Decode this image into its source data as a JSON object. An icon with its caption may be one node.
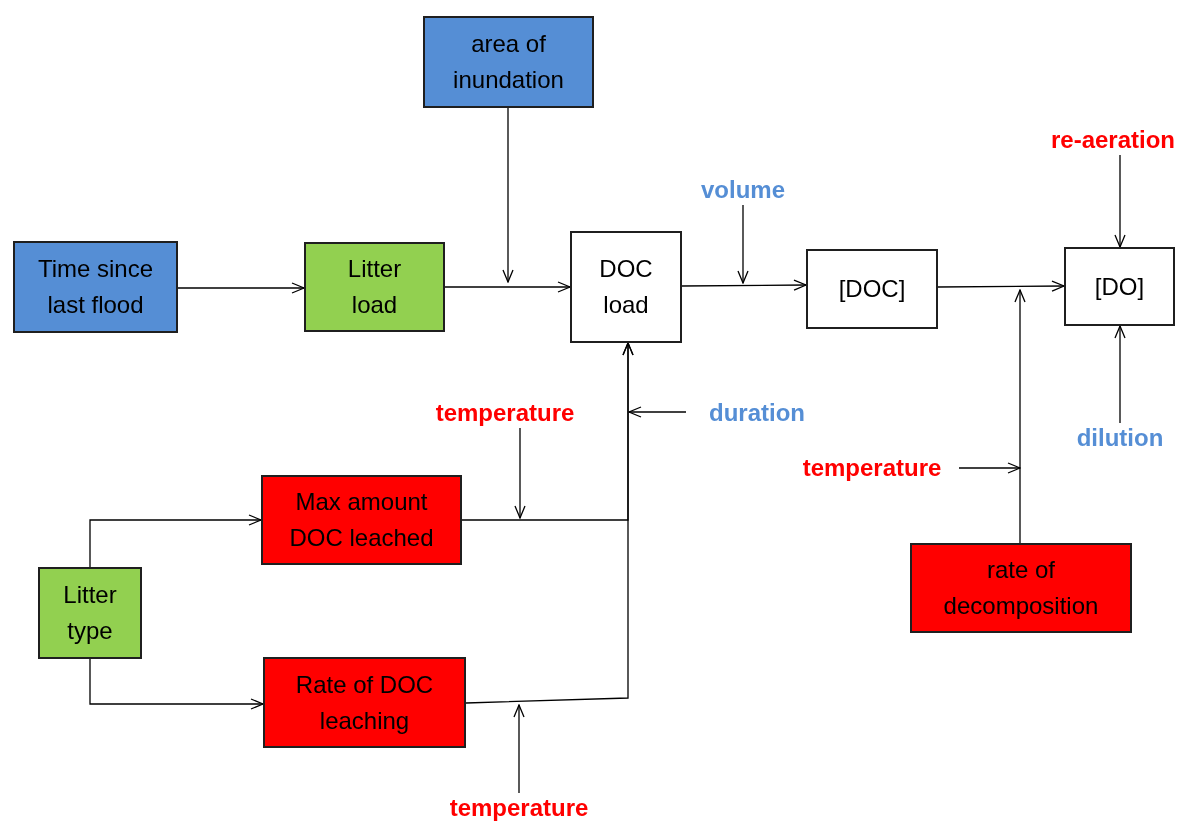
{
  "diagram": {
    "nodes": [
      {
        "text": [
          "Time since last flood"
        ]
      },
      {
        "text": [
          "Litter load"
        ]
      },
      {
        "text": [
          "area of inundation"
        ]
      },
      {
        "text": [
          "DOC load"
        ]
      },
      {
        "text": [
          "[DOC]"
        ]
      },
      {
        "text": [
          "[DO]"
        ]
      },
      {
        "text": [
          "Litter type"
        ]
      },
      {
        "text": [
          "Max amount DOC leached"
        ]
      },
      {
        "text": [
          "Rate of DOC leaching"
        ]
      },
      {
        "text": [
          "rate of decomposition"
        ]
      },
      {
        "text": [
          "volume"
        ]
      },
      {
        "text": [
          "re-aeration"
        ]
      },
      {
        "text": [
          "dilution"
        ]
      },
      {
        "text": [
          "temperature"
        ]
      },
      {
        "text": [
          "duration"
        ]
      },
      {
        "text": [
          "temperature"
        ]
      },
      {
        "text": [
          "temperature"
        ]
      }
    ],
    "edges": [
      {
        "from": 0,
        "to": 1,
        "arrow": "to"
      },
      {
        "from": 1,
        "to": 3,
        "arrow": "to"
      },
      {
        "from": 2,
        "to": null,
        "arrow": "to"
      },
      {
        "from": 3,
        "to": 4,
        "arrow": "to"
      },
      {
        "from": 10,
        "to": null,
        "arrow": "to"
      },
      {
        "from": 4,
        "to": 5,
        "arrow": "to"
      },
      {
        "from": 11,
        "to": 5,
        "arrow": "to"
      },
      {
        "from": 12,
        "to": 5,
        "arrow": "to"
      },
      {
        "from": 6,
        "to": 7,
        "arrow": "to"
      },
      {
        "from": 6,
        "to": 8,
        "arrow": "to"
      },
      {
        "from": 7,
        "to": 3,
        "arrow": "to"
      },
      {
        "from": 8,
        "to": 3,
        "arrow": "to"
      },
      {
        "from": 13,
        "to": null,
        "arrow": "to"
      },
      {
        "from": 14,
        "to": null,
        "arrow": "to"
      },
      {
        "from": 15,
        "to": null,
        "arrow": "to"
      },
      {
        "from": 16,
        "to": null,
        "arrow": "to"
      },
      {
        "from": 9,
        "to": null,
        "arrow": "to"
      }
    ]
  }
}
